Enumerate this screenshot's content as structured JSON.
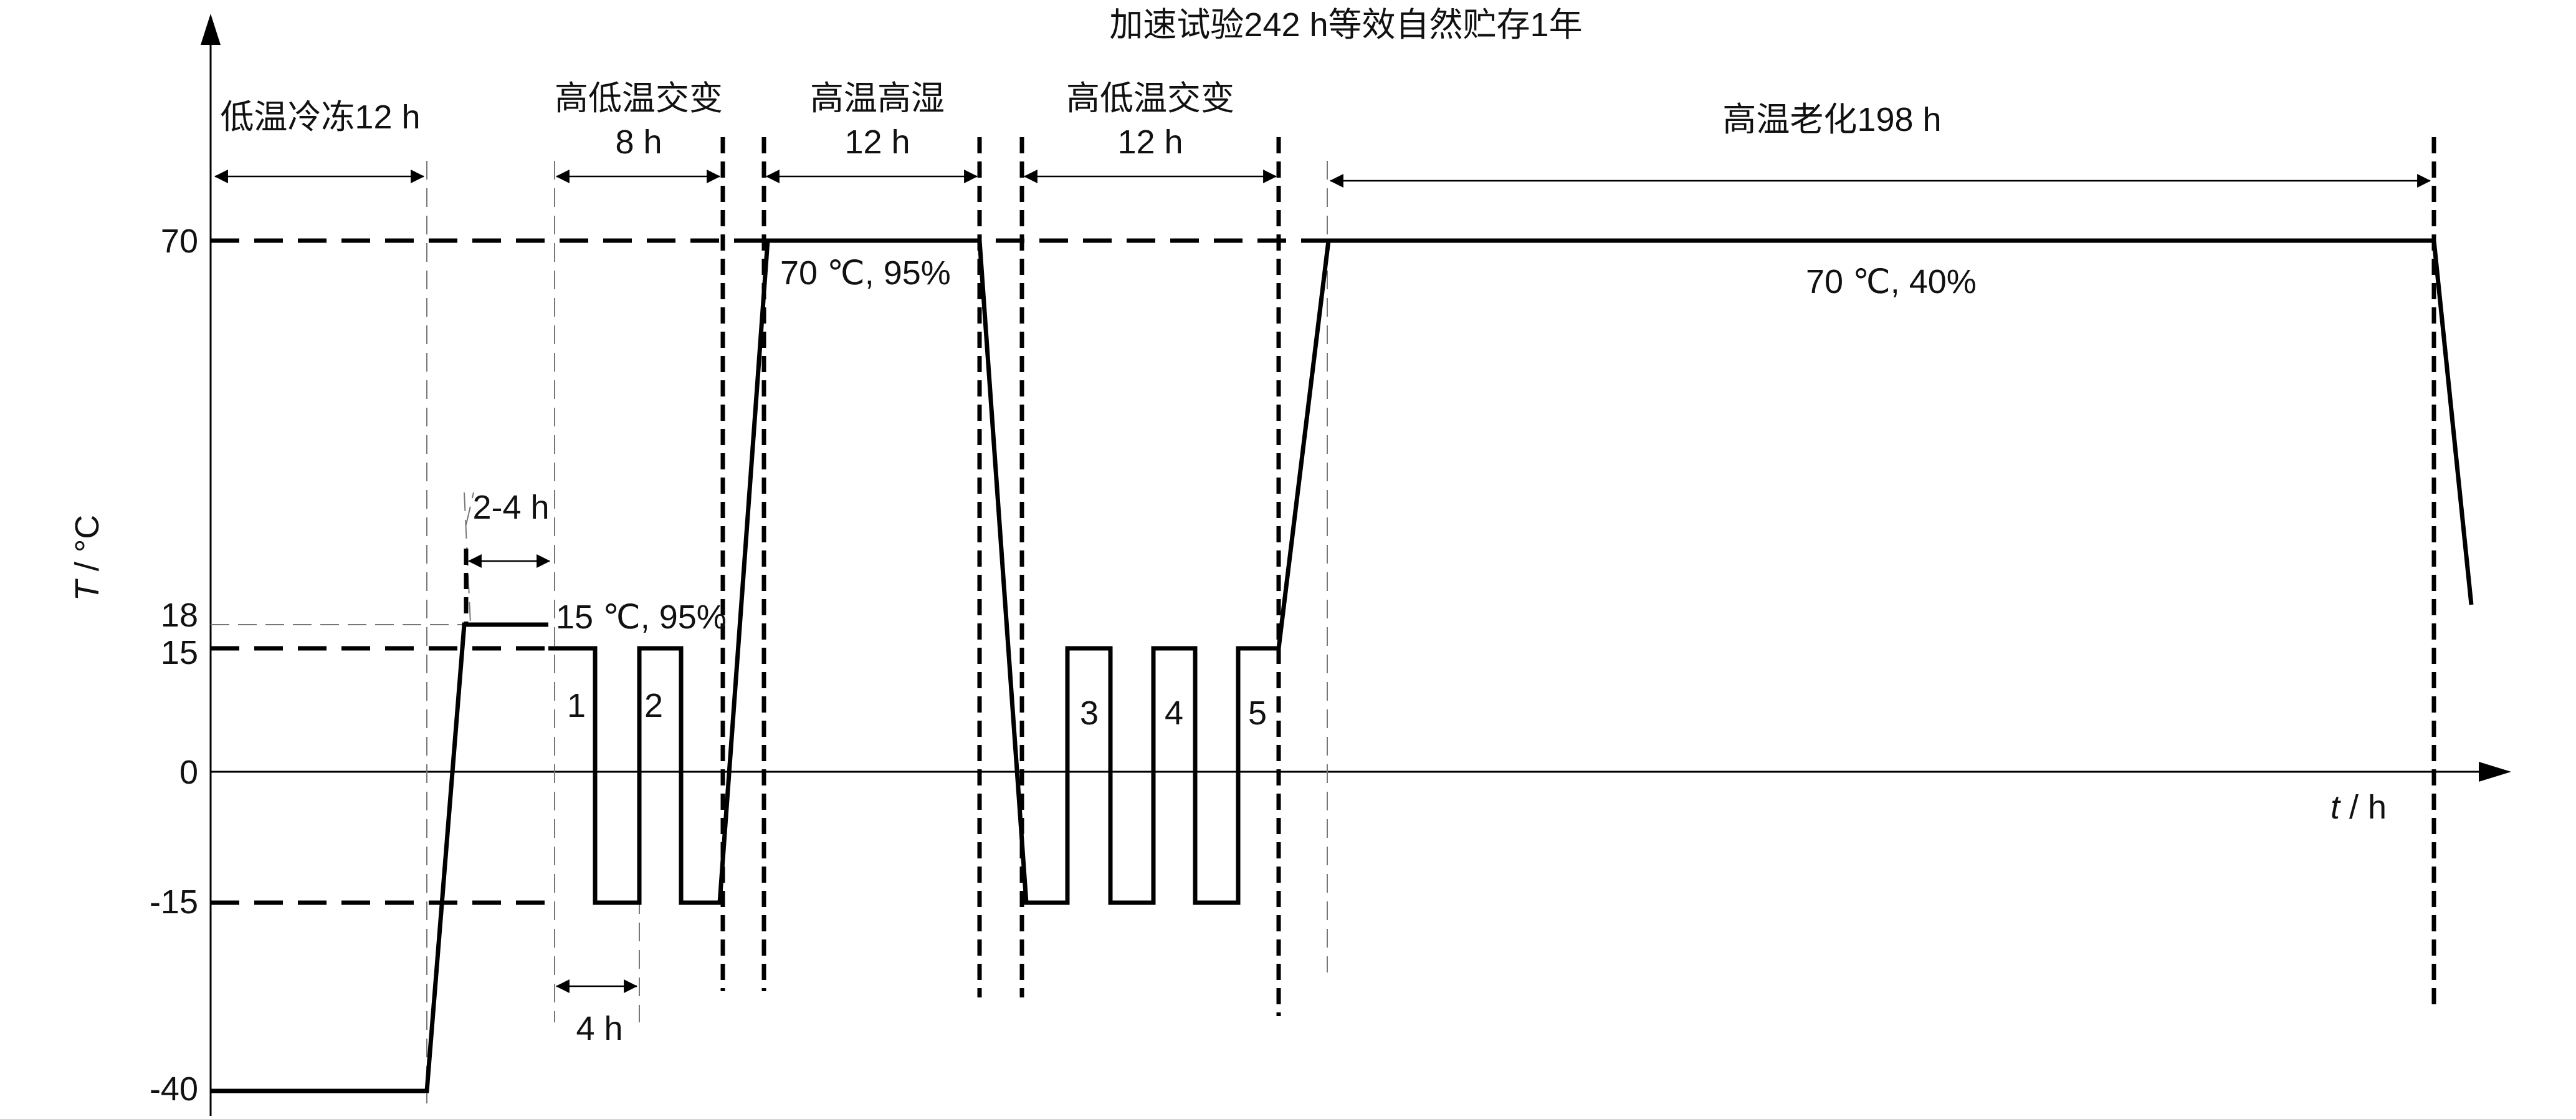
{
  "title": "加速试验242 h等效自然贮存1年",
  "axes": {
    "y_label_var": "T",
    "y_label_unit": " / °C",
    "x_label_var": "t",
    "x_label_unit": " / h",
    "y_ticks": [
      "70",
      "18",
      "15",
      "0",
      "-15",
      "-40"
    ]
  },
  "phases": [
    {
      "name": "低温冷冻12 h"
    },
    {
      "name": "高低温交变",
      "duration": "8 h"
    },
    {
      "name": "高温高湿",
      "duration": "12 h"
    },
    {
      "name": "高低温交变",
      "duration": "12 h"
    },
    {
      "name": "高温老化198 h"
    }
  ],
  "annotations": {
    "ramp": "2-4 h",
    "cycle": "4 h",
    "cond_low": "15 ℃, 95%",
    "cond_humid": "70 ℃, 95%",
    "cond_aging": "70 ℃, 40%"
  },
  "cycle_labels": [
    "1",
    "2",
    "3",
    "4",
    "5"
  ],
  "profile": {
    "unit": "°C",
    "levels": [
      -40,
      18,
      15,
      -15,
      70
    ],
    "sequence": [
      "-40 (12 h)",
      "18 (2-4 h)",
      "15 / -15 cycles 1-2 (8 h)",
      "70 @ 95% (12 h)",
      "15 / -15 cycles 3-5 (12 h)",
      "70 @ 40% (198 h)"
    ]
  }
}
